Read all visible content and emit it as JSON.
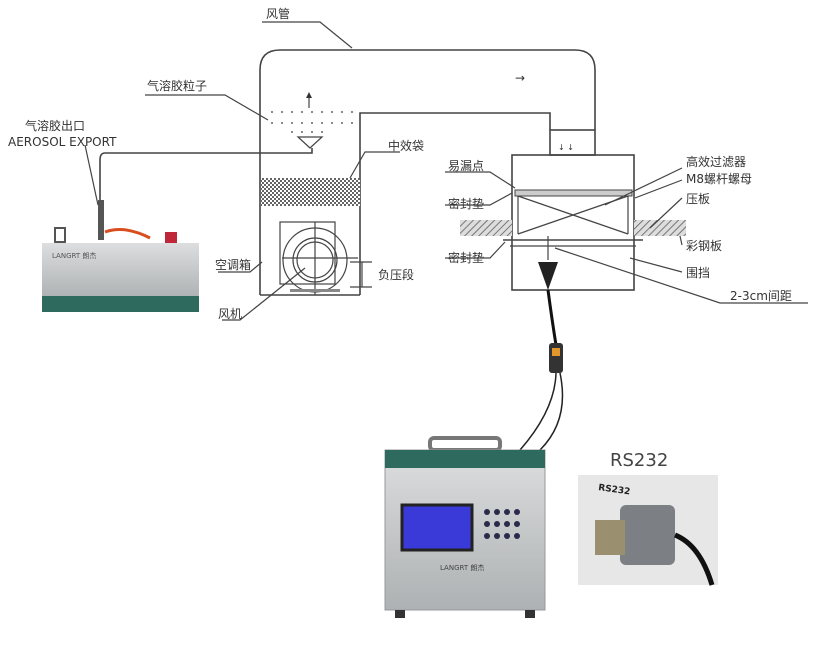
{
  "labels": {
    "duct": "风管",
    "aerosol_particles": "气溶胶粒子",
    "aerosol_outlet_cn": "气溶胶出口",
    "aerosol_outlet_en": "AEROSOL EXPORT",
    "medium_bag": "中效袋",
    "ahu": "空调箱",
    "fan": "风机",
    "negative_pressure": "负压段",
    "leak_point": "易漏点",
    "gasket_top": "密封垫",
    "gasket_bottom": "密封垫",
    "hepa_filter": "高效过滤器",
    "m8_bolt": "M8螺杆螺母",
    "press_plate": "压板",
    "color_steel": "彩钢板",
    "enclosure": "围挡",
    "gap": "2-3cm间距",
    "rs232": "RS232",
    "rs232_sticker": "RS232"
  },
  "devices": {
    "generator_brand": "LANGRT 朗杰",
    "counter_brand": "LANGRT 朗杰"
  },
  "colors": {
    "device_body": "#c9cbcc",
    "device_base": "#2e6b5e",
    "screen": "#3a3ad8"
  }
}
